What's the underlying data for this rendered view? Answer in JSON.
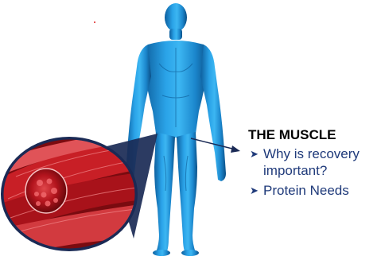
{
  "heading": "THE MUSCLE",
  "bullets": [
    {
      "line1": "Why is recovery",
      "line2": "important?"
    },
    {
      "line1": "Protein Needs"
    }
  ],
  "bullet_icon": "arrow-right-icon",
  "colors": {
    "body_blue": "#1b8fd6",
    "body_dark": "#0b5c99",
    "muscle_red": "#b3141d",
    "bullet_text": "#1f3a7a",
    "callout_navy": "#1a2a55"
  }
}
